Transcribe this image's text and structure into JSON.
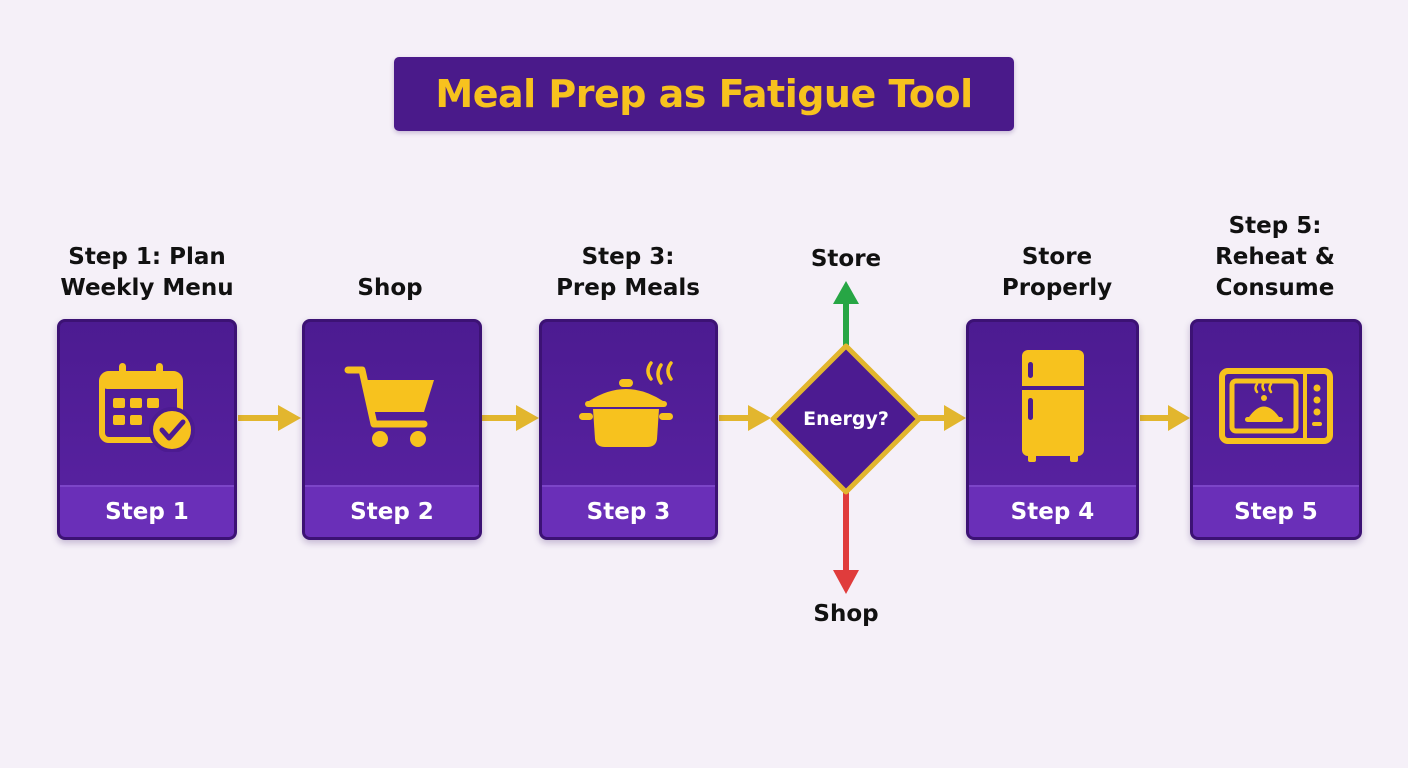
{
  "title": "Meal Prep as Fatigue Tool",
  "colors": {
    "card": "#4c1b91",
    "footer": "#6a2fb8",
    "accent_gold": "#f7c21e",
    "arrow_gold": "#e2b62e",
    "arrow_yes": "#27a645",
    "arrow_no": "#e03c3c"
  },
  "steps": [
    {
      "label": "Step 1: Plan\nWeekly Menu",
      "footer": "Step 1",
      "icon": "calendar-check-icon"
    },
    {
      "label": "Shop",
      "footer": "Step 2",
      "icon": "shopping-cart-icon"
    },
    {
      "label": "Step 3:\nPrep Meals",
      "footer": "Step 3",
      "icon": "cooking-pot-icon"
    },
    {
      "label": "Store\nProperly",
      "footer": "Step 4",
      "icon": "refrigerator-icon"
    },
    {
      "label": "Step 5:\nReheat &\nConsume",
      "footer": "Step 5",
      "icon": "microwave-icon"
    }
  ],
  "decision": {
    "question": "Energy?",
    "up_label": "Store",
    "down_label": "Shop"
  }
}
